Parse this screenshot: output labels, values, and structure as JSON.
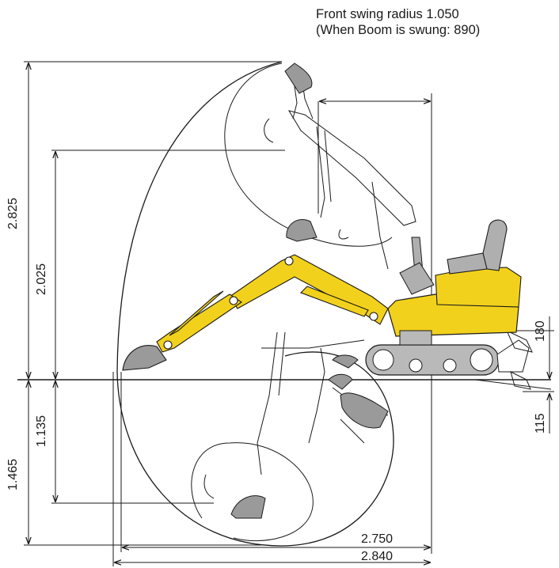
{
  "header": {
    "line1": "Front swing radius 1.050",
    "line2": "(When Boom is swung: 890)"
  },
  "dimensions": {
    "max_height": "2.825",
    "max_dump_height": "2.025",
    "max_vertical_digging_depth": "1.135",
    "max_digging_depth": "1.465",
    "max_digging_reach_ground": "2.750",
    "max_digging_reach": "2.840",
    "blade_lift_height": "180",
    "blade_lower_depth": "115"
  },
  "colors": {
    "machine_yellow": "#F2D11C",
    "bucket_gray": "#9A9A9A",
    "seat_gray": "#AFAFAF",
    "track_gray": "#B9B9B9",
    "line": "#1a1a1a"
  }
}
